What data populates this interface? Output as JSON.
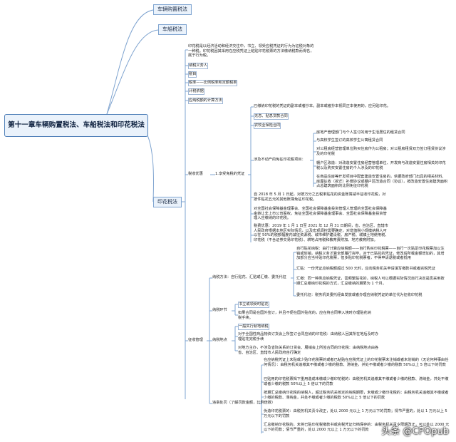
{
  "root": "第十一章车辆购置税法、车船税法和印花税法",
  "branch_vehicle_purchase": "车辆购置税法",
  "branch_vehicle_vessel": "车船税法",
  "branch_stamp": "印花税法",
  "stamp_intro": "印花税是以经济活动和经济交往中，书立、领受应税凭证的行为为征税对象的一种税。印花税因其采用在应税凭证上粘贴印花税票的方法缴纳税款而得名，属于行为税。",
  "taxpayer": "纳税义务人",
  "tax_items": "税目",
  "tax_rates": "税率——比例税率和定额税率",
  "tax_basis": "计税依据",
  "tax_calc": "应纳税额的计算方法",
  "tax_incentives": "税收优惠",
  "exemptions": "1.享受免税的凭证",
  "ex_1": "已缴纳印花税的凭证的副本或者抄本。副本或者抄本视同正本使用的，应另贴印花。",
  "ex_2": "无息、贴息贷款合同",
  "ex_3": "农牧业保险合同",
  "ex_4": "涉及不动产的免征印花税项目：",
  "ex_4a": "房地产管理部门与个人签订的用于生活居住的租赁合同",
  "ex_4b": "与高校学生签订的高校学生公寓租赁合同",
  "ex_4c": "对公租房经营管理单位购买住房作为公租房；对公租房租赁双方签订租赁协议涉及的印花税",
  "ex_4d": "棚户区改造：对改造安置住房经营管理单位、开发商与改造安置住房相关的印花税以及购买安置住房的个人涉及的印花税",
  "ex_4e": "在商品住房等开发项目中配套建造安置住房的，依据政府部门出具的相关材料、房屋征收（拆迁）补偿协议或棚户区改造合同（协议），按改造安置住房建筑面积占总建筑面积的比例免征印花税",
  "ex_5": "自 2018 年 5 月 1 日起，对按万分之五税率贴花的资金账簿减半征收印花税，对按件贴花五元的其他账簿免征印花税。",
  "ex_6": "对全国社会保障基金理事会、全国社会保障基金投资管理人管理的全国社会保障基金转让非上市公司股权，免征全国社会保障基金理事会、全国社会保障基金投资管理人应缴纳的印花税。",
  "ex_7": "税费优惠：2019 年 1 月 1 日至 2021 年 12 月 31 日期间，省、自治区、直辖市人民政府根据本地区实际情况，以及宏观调控需要确定，对增值税小规模纳税人可以在 50%的税额幅度内减征资源税、城市维护建设税、房产税、城镇土地使用税、印花税（不含证券交易印花税）、耕地占用税和教育费附加、地方教育附加。",
  "collection": "征收管理",
  "pay_methods": "纳税方法：自行贴花、汇贴或汇缴、委托代征",
  "pm_1": "自行贴花纳税：由行计算应纳税额——自行购买印花税票——自行一次贴足印花税票加以注销或划销，纳税义务才算全部履行完毕。对于已贴花的凭证，修改后所载金额增加的，其增加部分应当补贴印花税票，但多贴印花税票者，不得申请退税或者抵用",
  "pm_2": "汇贴：一份凭证应纳税额超过 500 元时，应向税务机关申请填写缴款书或者完税凭证",
  "pm_3": "汇缴：同一种类应纳税凭证，需频繁贴花的，纳税人可以根据实际情况自行决定是否采用按期汇总缴纳印花税的方式，汇总缴纳的期限为 1 个月。",
  "pm_4": "委托代征：税务机关委托经由发放或者办理应纳税凭证的单位代为征收印花税",
  "pay_timing": "纳税环节",
  "pt_1": "书立或领受时贴花",
  "pt_2": "如果合同是在国外签订，并且不便在国外贴花的，应在将合同带入境时办理贴花纳税手续。",
  "pay_place": "纳税地点",
  "pp_1": "一般实行就地纳税",
  "pp_2": "对于全国性商品物资订货会上所签订合同应纳的印花税：由纳税人回其所在地后及时办理贴花完税手续",
  "pp_3": "对地方主办，不涉及省际关系的订货会、展销会上所签合同的印花税：由纳税地点由各省、自治区、直辖市人民政府自行确定",
  "penalty": "违章处罚（了解罚款金额，比例倍数）",
  "pn_1": "在应纳税凭证上未贴或少贴印花税票的或者已粘贴在应税凭证上的印花税票未注销或者未划销的（无论何种事由任何情况）：由税务机关追缴其不缴或者少缴的税款、滞纳金，并处不缴或者少缴的税款 50%以上 5 倍以下的罚款",
  "pn_2": "已贴用的印花税票揭下重用造成未缴或少缴印花税的：由税务机关追缴其不缴或者少缴的税款、滞纳金，并处不缴或者少缴的税款 50%以上 5 倍以下的罚款",
  "pn_3": "按期汇总缴纳印花税的纳税人，超过税务机关核定的纳税期限，未缴或少缴印花税的：由税务机关追缴其不缴或者少缴的税款、滞纳金，并处不缴或者少缴的税款 50%以上 5 倍以下的罚款",
  "pn_4": "伪造印花税票的：由税务机关责令改正，处以 2000 元以上 1 万元以下的罚款；情节严重的，处以 1 万元以上 5 万元以下的罚款",
  "pn_5": "汇总缴纳印花税的，未将已贴印花税缴款书或完税凭证归档保存的：由税务机关责令限期改正，可以处以 2000 元以下的罚款；情节严重的，处以 2000 元以上 1 万元以下的罚款",
  "watermark": "头条 @CFOpub"
}
